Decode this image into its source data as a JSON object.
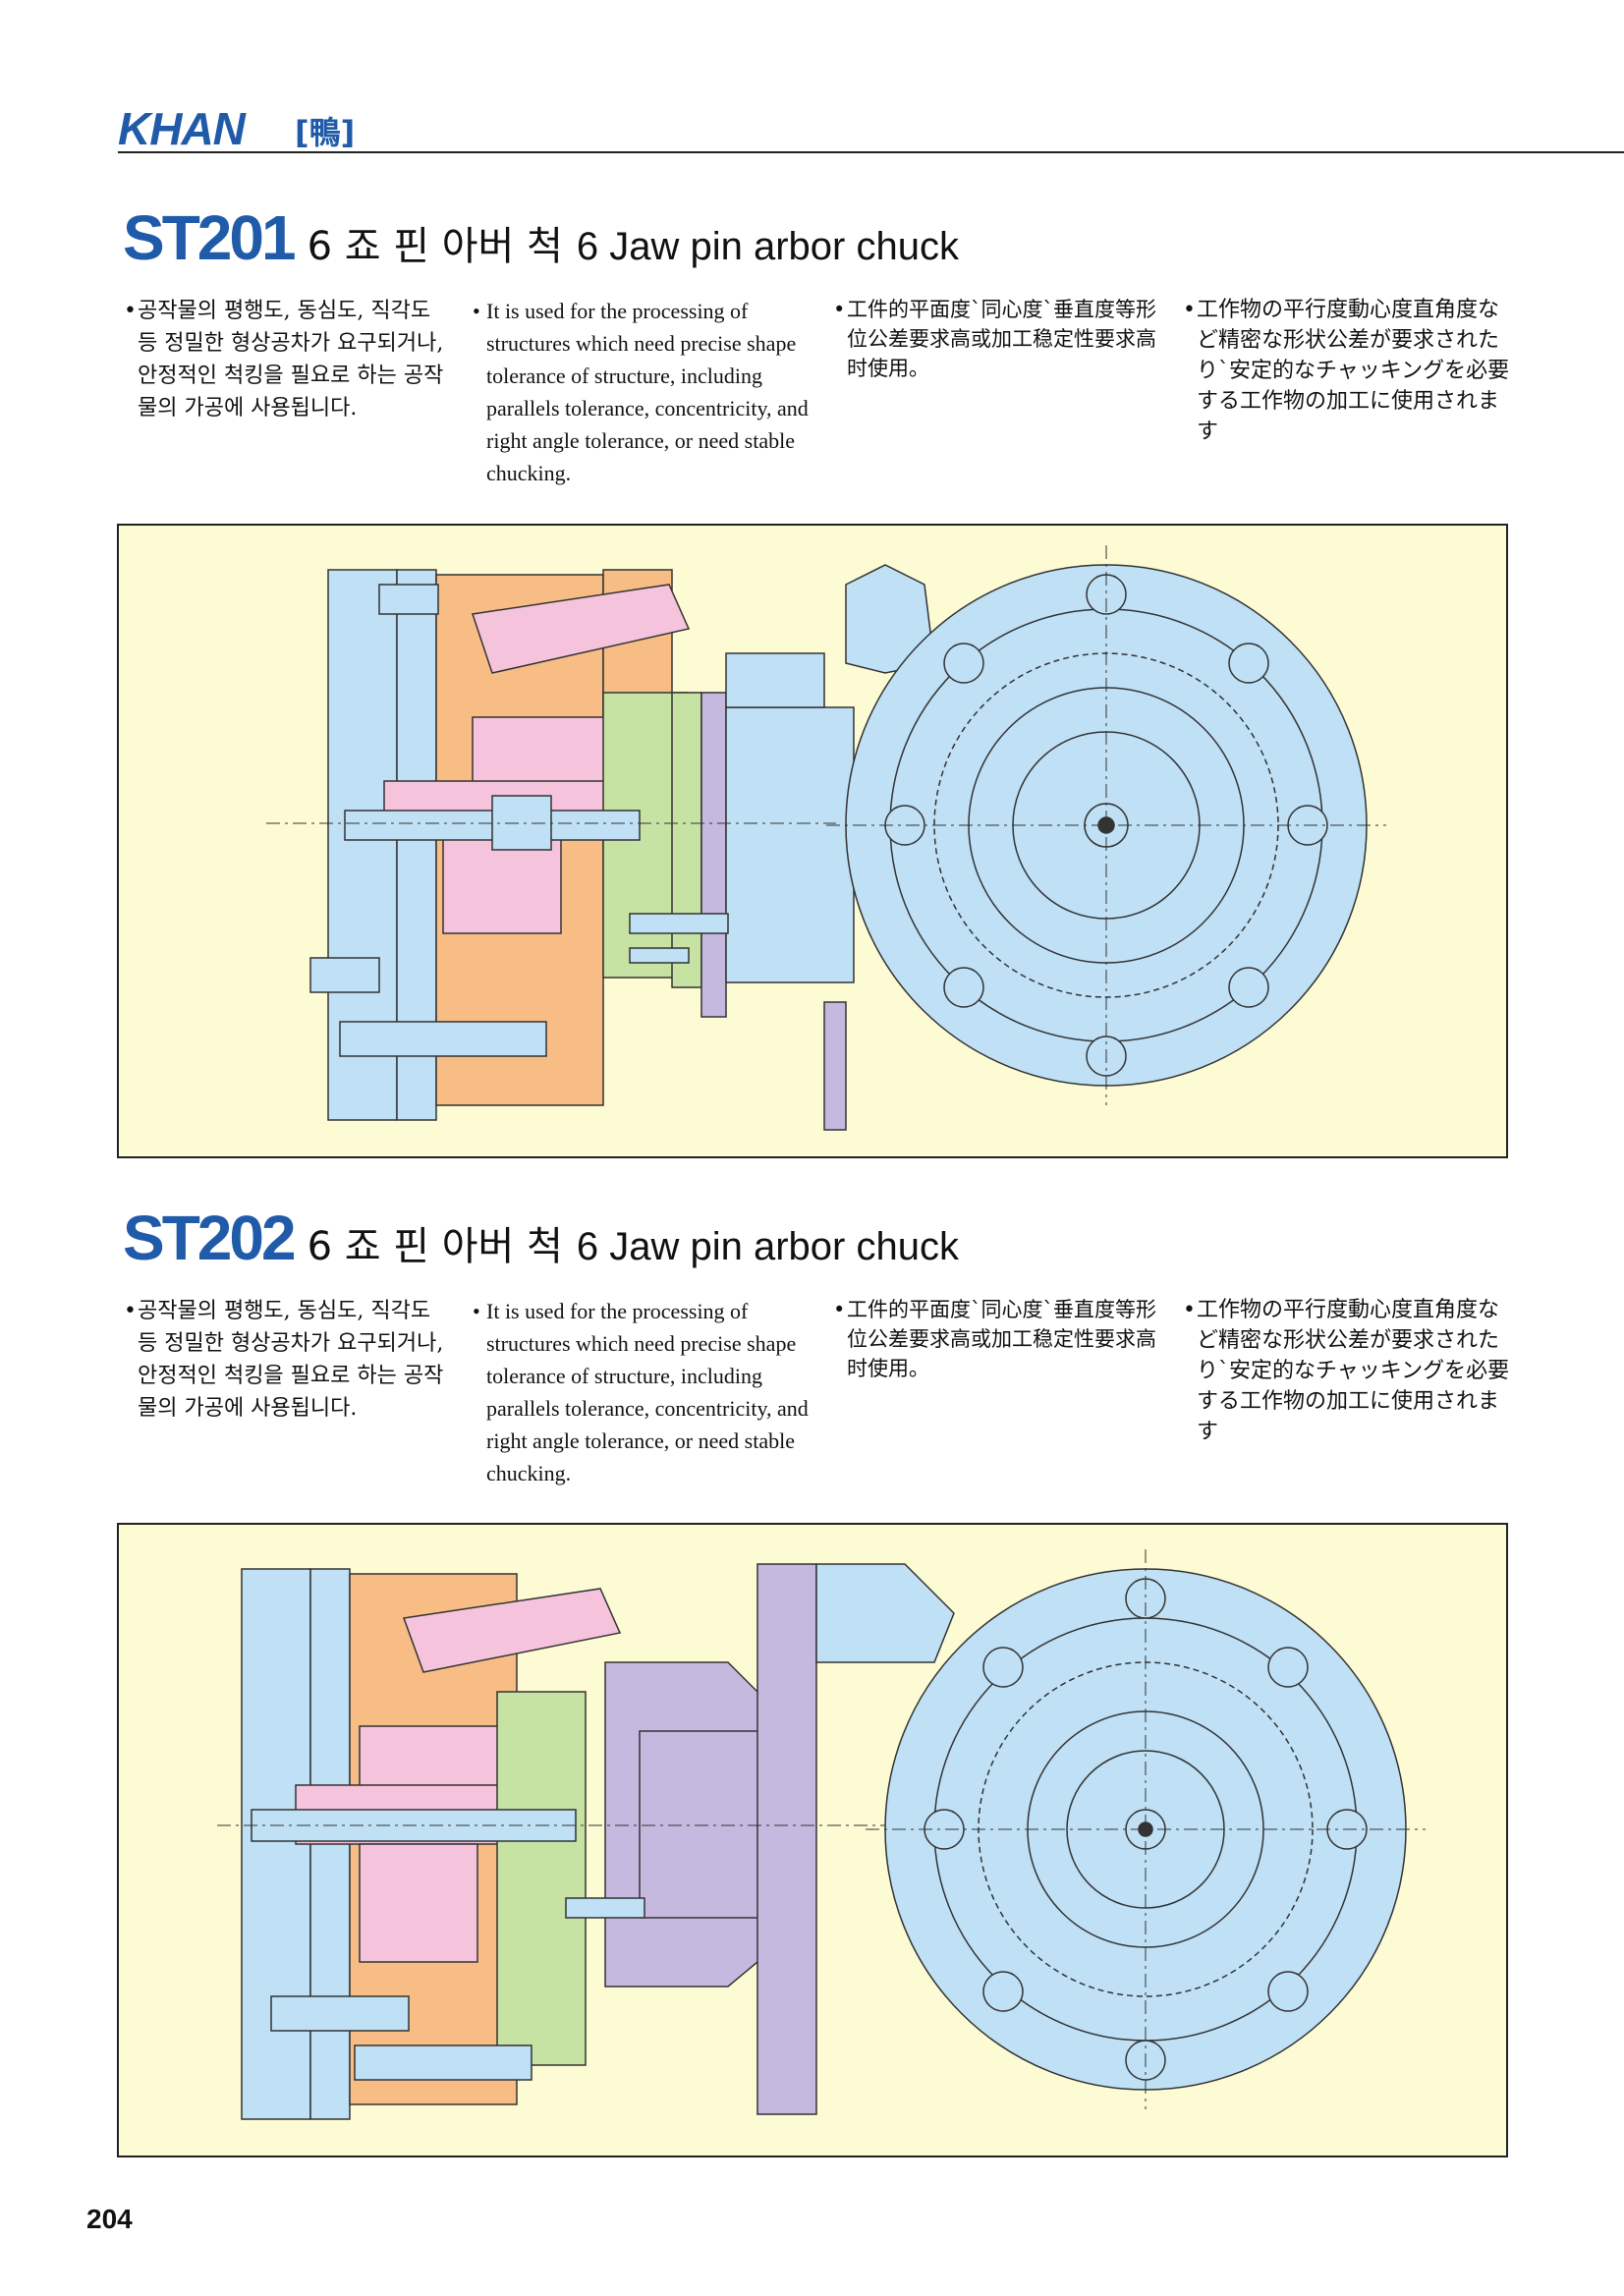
{
  "header": {
    "logo_text": "KHAN",
    "logo_mark": "[鴨]"
  },
  "sections": [
    {
      "code": "ST201",
      "name_kr": "6 죠 핀 아버 척",
      "name_en": "6 Jaw pin arbor chuck",
      "desc_kr": "공작물의 평행도, 동심도, 직각도 등 정밀한 형상공차가 요구되거나, 안정적인 척킹을 필요로 하는 공작물의 가공에 사용됩니다.",
      "desc_en": "It is used for the processing of structures which need precise shape tolerance of structure, including parallels tolerance, concentricity, and right angle tolerance, or need stable chucking.",
      "desc_cn": "工件的平面度`同心度`垂直度等形位公差要求高或加工稳定性要求高时使用。",
      "desc_jp": "工作物の平行度動心度直角度など精密な形状公差が要求されたり`安定的なチャッキングを必要する工作物の加工に使用されます"
    },
    {
      "code": "ST202",
      "name_kr": "6 죠 핀 아버 척",
      "name_en": "6 Jaw pin arbor chuck",
      "desc_kr": "공작물의 평행도, 동심도, 직각도 등 정밀한 형상공차가 요구되거나, 안정적인 척킹을 필요로 하는 공작물의 가공에 사용됩니다.",
      "desc_en": "It is used for the processing of structures which need precise shape tolerance of structure, including parallels tolerance, concentricity, and right angle tolerance, or need stable chucking.",
      "desc_cn": "工件的平面度`同心度`垂直度等形位公差要求高或加工稳定性要求高时使用。",
      "desc_jp": "工作物の平行度動心度直角度など精密な形状公差が要求されたり`安定的なチャッキングを必要する工作物の加工に使用されます"
    }
  ],
  "page_number": "204",
  "colors": {
    "brand": "#1f5ba8",
    "panel_bg": "#fdfbd3",
    "body_blue": "#bfe0f5",
    "jaw_orange": "#f7bd85",
    "piston_pink": "#f5c4dc",
    "ring_green": "#c7e3a3",
    "arbor_purple": "#c6b9e0"
  }
}
